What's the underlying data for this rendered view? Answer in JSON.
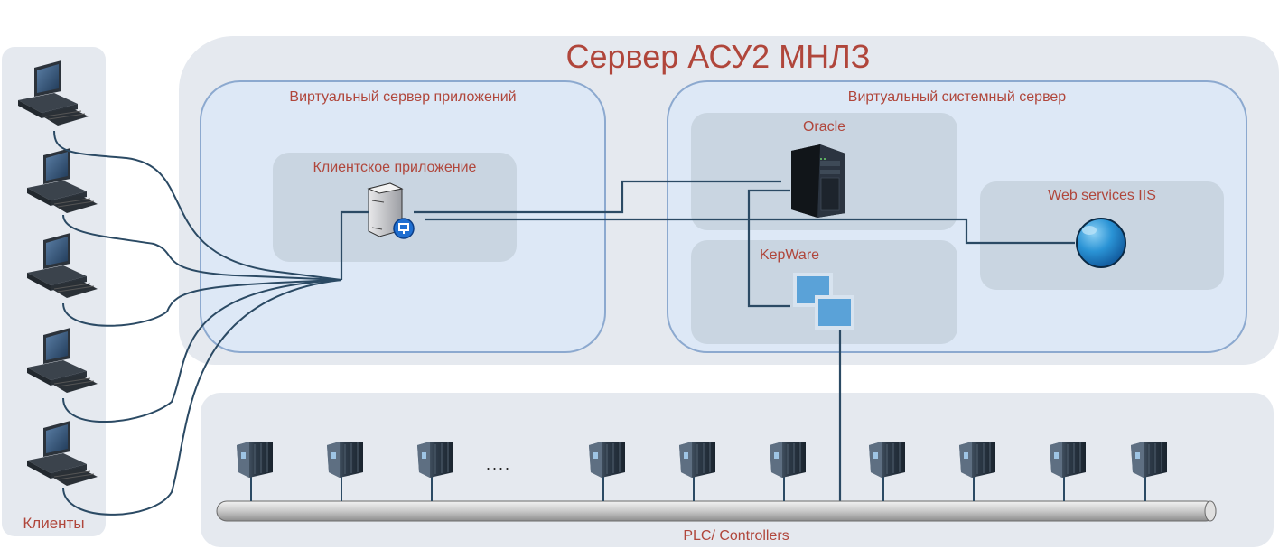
{
  "title": "Сервер АСУ2 МНЛЗ",
  "clients": {
    "label": "Клиенты",
    "items": [
      "workstation",
      "workstation",
      "workstation",
      "workstation",
      "workstation"
    ],
    "icon": "desktop-computer-icon"
  },
  "app_server": {
    "label": "Виртуальный сервер приложений",
    "client_app": {
      "label": "Клиентское приложение",
      "icon": "server-with-remote-desktop-icon"
    }
  },
  "system_server": {
    "label": "Виртуальный системный сервер",
    "oracle": {
      "label": "Oracle",
      "icon": "tower-server-icon"
    },
    "kepware": {
      "label": "KepWare",
      "icon": "opc-squares-icon"
    },
    "web": {
      "label": "Web services IIS",
      "icon": "globe-icon"
    }
  },
  "plc": {
    "label": "PLC/ Controllers",
    "ellipsis": "....",
    "count_left": 3,
    "count_right": 7,
    "icon": "plc-cabinet-icon"
  },
  "colors": {
    "label_red": "#b0463b",
    "panel_grey": "#e5e9ef",
    "vbox_fill": "#dde8f6",
    "vbox_border": "#8ca9cf",
    "sub_fill": "#c9d5e1",
    "connector": "#2b4a64",
    "kepware_blue": "#5aa2d8"
  }
}
